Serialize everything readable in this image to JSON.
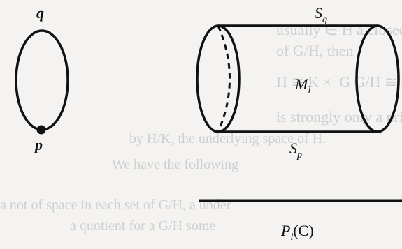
{
  "labels": {
    "q": "q",
    "p": "p",
    "S_q_main": "S",
    "S_q_sub": "q",
    "S_p_main": "S",
    "S_p_sub": "p",
    "M_l_main": "M",
    "M_l_sub": "l",
    "P_l_C_main": "P",
    "P_l_C_sub": "l",
    "P_l_C_arg": "(C)"
  },
  "bleed_text": [
    "usually ∈ H a closed subgroup of G. Then",
    "of G/H, then",
    "H ≅ K ×_G G/H ≅ K/H",
    "is strongly only a principal H-bundle,",
    "by H/K, the underlying space of H.",
    "We have the following",
    "a not of space in each set of G/H, a under",
    "a quotient for a G/H some"
  ],
  "colors": {
    "background": "#f4f3f1",
    "ink": "#111111",
    "bleed": "#cfcfcf"
  }
}
